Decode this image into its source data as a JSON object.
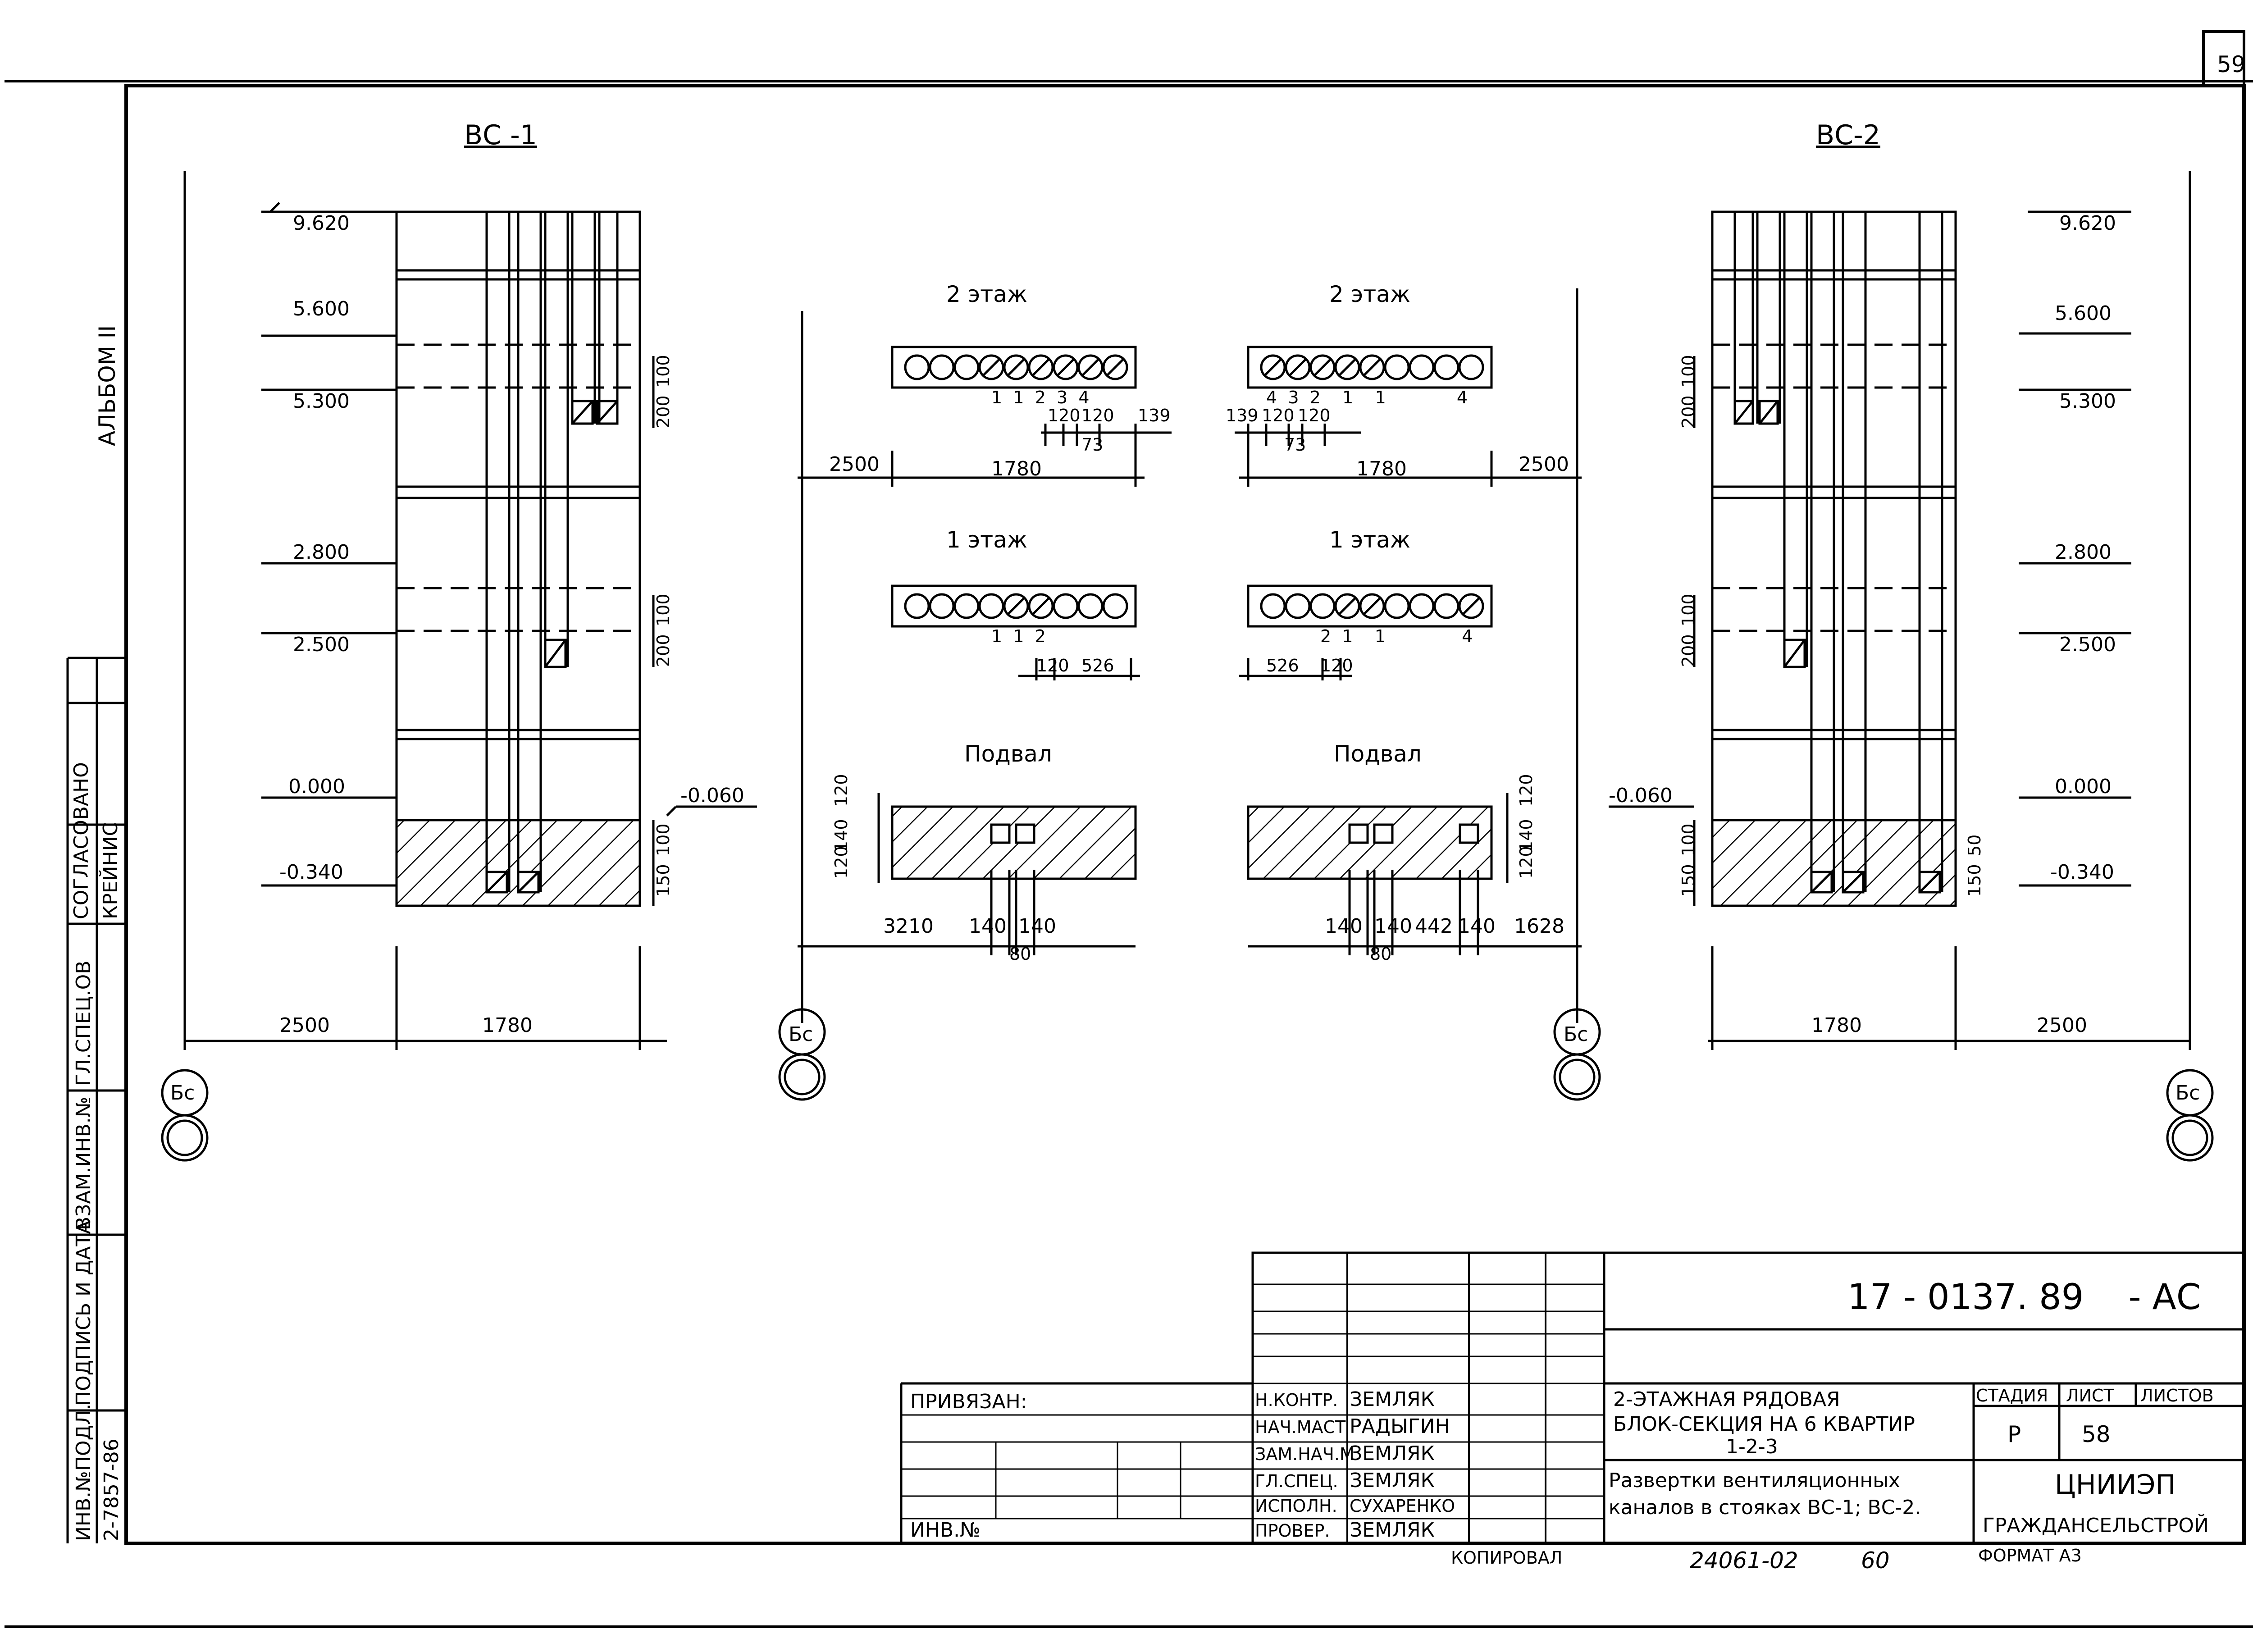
{
  "sheet": {
    "page_number": "59"
  },
  "left_strip": {
    "album": "АЛЬБОМ II",
    "agreed": "СОГЛАСОВАНО",
    "dept": "ГЛ.СПЕЦ.ОВ",
    "name": "КРЕЙНИС",
    "inv_orig": "ИНВ.№ПОДЛ.",
    "sign_date": "ПОДПИСЬ И ДАТА",
    "replace_inv": "ВЗАМ.ИНВ.№",
    "inv_value": "2-7857-86"
  },
  "vs1": {
    "title": "ВС -1",
    "levels": [
      "9.620",
      "5.600",
      "5.300",
      "2.800",
      "2.500",
      "0.000",
      "-0.340",
      "-0.060"
    ],
    "dims_right": [
      "100",
      "200",
      "100",
      "200",
      "100",
      "150"
    ],
    "dims_bottom": [
      "2500",
      "1780"
    ],
    "axis": "Бс"
  },
  "vs2": {
    "title": "ВС-2",
    "levels": [
      "9.620",
      "5.600",
      "5.300",
      "2.800",
      "2.500",
      "0.000",
      "-0.340",
      "-0.060"
    ],
    "dims_left": [
      "100",
      "200",
      "100",
      "200",
      "100",
      "150",
      "50",
      "150"
    ],
    "dims_bottom": [
      "1780",
      "2500"
    ],
    "axis": "Бс"
  },
  "plans": {
    "floor2": "2 этаж",
    "floor1": "1 этаж",
    "basement": "Подвал",
    "left_f2_numbers": "1  1  2  3  4",
    "left_f2_dims": [
      "120",
      "120",
      "139",
      "73"
    ],
    "left_f2_overall": [
      "2500",
      "1780"
    ],
    "left_f1_numbers": "1  1  2",
    "left_f1_dims": [
      "120",
      "526"
    ],
    "left_base_dims_v": [
      "120",
      "140",
      "120"
    ],
    "left_base_dims_h": [
      "3210",
      "140",
      "140",
      "80"
    ],
    "right_f2_numbers": "4  3  2    1    1             4",
    "right_f2_dims": [
      "139",
      "120",
      "120",
      "73"
    ],
    "right_f2_overall": [
      "1780",
      "2500"
    ],
    "right_f1_numbers": "2  1    1              4",
    "right_f1_dims": [
      "526",
      "120"
    ],
    "right_base_dims_v": [
      "120",
      "140",
      "120"
    ],
    "right_base_dims_h": [
      "140",
      "140",
      "442",
      "140",
      "1628",
      "80"
    ],
    "axis": "Бс"
  },
  "title_block": {
    "code": "17 - 0137. 89    - АС",
    "bound": "ПРИВЯЗАН:",
    "inv_no": "ИНВ.№",
    "roles": [
      "Н.КОНТР.",
      "НАЧ.МАСТ",
      "ЗАМ.НАЧ.М",
      "ГЛ.СПЕЦ.",
      "ИСПОЛН.",
      "ПРОВЕР."
    ],
    "names": [
      "ЗЕМЛЯК",
      "РАДЫГИН",
      "ЗЕМЛЯК",
      "ЗЕМЛЯК",
      "СУХАРЕНКО",
      "ЗЕМЛЯК"
    ],
    "project_line1": "2-ЭТАЖНАЯ  РЯДОВАЯ",
    "project_line2": "БЛОК-СЕКЦИЯ НА 6 КВАРТИР",
    "project_line3": "1-2-3",
    "sheet_line1": "Развертки вентиляционных",
    "sheet_line2": "каналов в стояках ВС-1; ВС-2.",
    "stage_label": "СТАДИЯ",
    "sheet_label": "ЛИСТ",
    "sheets_label": "ЛИСТОВ",
    "stage": "Р",
    "sheet_no": "58",
    "org1": "ЦНИИЭП",
    "org2": "ГРАЖДАНСЕЛЬСТРОЙ"
  },
  "footer": {
    "copied": "КОПИРОВАЛ",
    "order": "24061-02",
    "count": "60",
    "format": "ФОРМАТ А3"
  }
}
